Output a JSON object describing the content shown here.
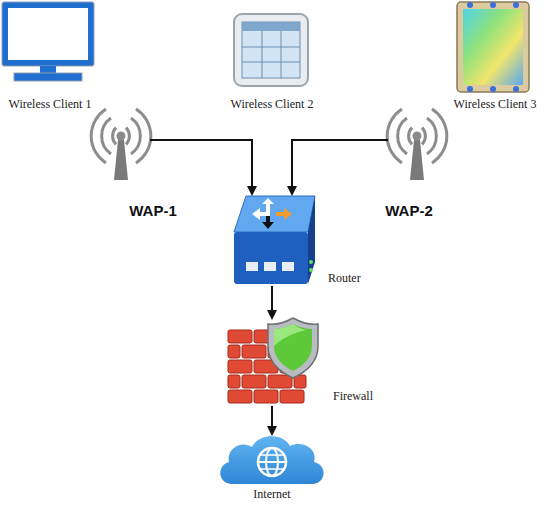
{
  "diagram": {
    "nodes": [
      {
        "text": [
          "Wireless Client 1"
        ]
      },
      {
        "text": [
          "Wireless Client 2"
        ]
      },
      {
        "text": [
          "Wireless Client 3"
        ]
      },
      {
        "text": [
          "WAP-1"
        ]
      },
      {
        "text": [
          "WAP-2"
        ]
      },
      {
        "text": [
          "Router"
        ]
      },
      {
        "text": [
          "Firewall"
        ]
      },
      {
        "text": [
          "Internet"
        ]
      }
    ],
    "edges": [
      {
        "from": 3,
        "to": 5,
        "arrow": "to"
      },
      {
        "from": 4,
        "to": 5,
        "arrow": "to"
      },
      {
        "from": 5,
        "to": 6,
        "arrow": "to"
      },
      {
        "from": 6,
        "to": 7,
        "arrow": "to"
      }
    ]
  }
}
